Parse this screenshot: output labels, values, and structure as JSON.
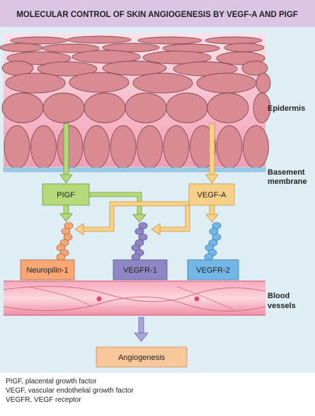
{
  "title": "MOLECULAR CONTROL OF SKIN ANGIOGENESIS BY VEGF-A AND PIGF",
  "labels": {
    "epidermis": "Epidermis",
    "basement_line1": "Basement",
    "basement_line2": "membrane",
    "blood_line1": "Blood",
    "blood_line2": "vessels"
  },
  "factors": {
    "pigf": "PIGF",
    "vegfa": "VEGF-A"
  },
  "receptors": {
    "nrp1": "Neuropilin-1",
    "vegfr1": "VEGFR-1",
    "vegfr2": "VEGFR-2"
  },
  "outcome": "Angiogenesis",
  "legend": [
    "PIGF, placental growth factor",
    "VEGF, vascular endothelial growth factor",
    "VEGFR, VEGF receptor"
  ],
  "colors": {
    "title_band": "#dcc4e4",
    "background": "#dfeef5",
    "skin_pink": "#f4b6c4",
    "cell_fill": "#d98b93",
    "basement": "#9cc9e6",
    "pigf": "#b4d87a",
    "vegfa": "#f7d08a",
    "nrp1": "#f6a773",
    "vegfr1": "#8f86c4",
    "vegfr2": "#73b7e6",
    "vessel": "#f28fa5",
    "angiogenesis": "#f8c89a",
    "arrow_purple": "#a9a4d8"
  }
}
